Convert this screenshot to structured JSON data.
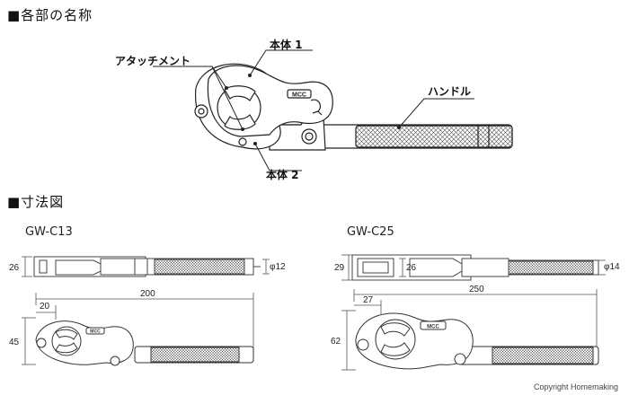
{
  "sections": {
    "parts_title": "■各部の名称",
    "dims_title": "■寸法図"
  },
  "parts": {
    "attachment": "アタッチメント",
    "body1": "本体 1",
    "body2": "本体 2",
    "handle": "ハンドル",
    "brand_mark": "MCC"
  },
  "models": [
    {
      "name": "GW-C13",
      "dims": {
        "thickness": "26",
        "diameter": "φ12",
        "length": "200",
        "offset": "20",
        "height": "45"
      }
    },
    {
      "name": "GW-C25",
      "dims": {
        "thickness_a": "29",
        "thickness_b": "26",
        "diameter": "φ14",
        "length": "250",
        "offset": "27",
        "height": "62"
      }
    }
  ],
  "copyright": "Copyright Homemaking"
}
